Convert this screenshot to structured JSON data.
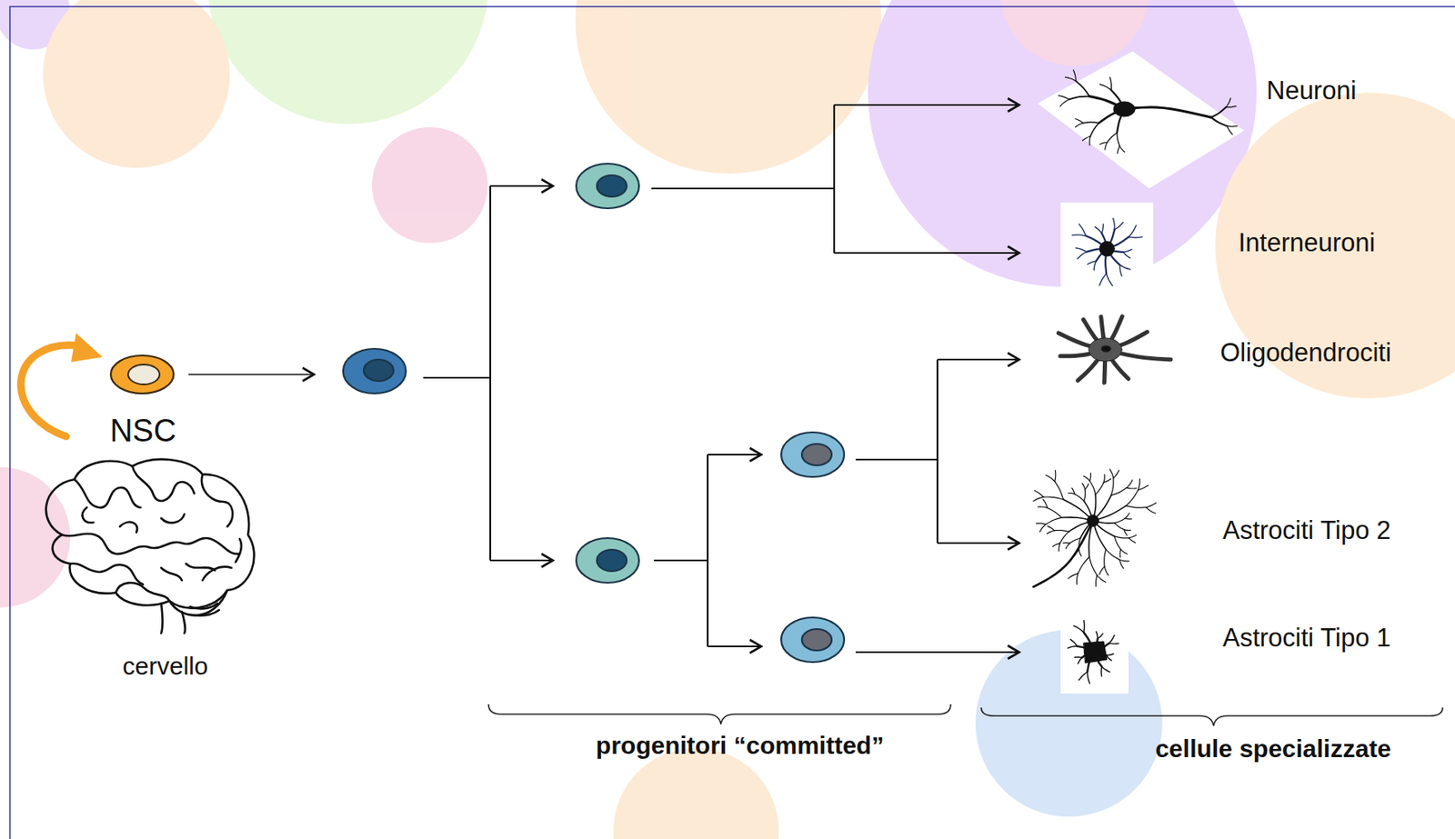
{
  "diagram": {
    "nodes": [
      {
        "text": [
          "NSC"
        ]
      },
      {
        "text": [
          "Neuroni"
        ]
      },
      {
        "text": [
          "Interneuroni"
        ]
      },
      {
        "text": [
          "Oligodendrociti"
        ]
      },
      {
        "text": [
          "Astrociti Tipo 2"
        ]
      },
      {
        "text": [
          "Astrociti Tipo 1"
        ]
      }
    ],
    "labels": [
      "cervello",
      "progenitori “committed”",
      "cellule specializzate"
    ]
  }
}
